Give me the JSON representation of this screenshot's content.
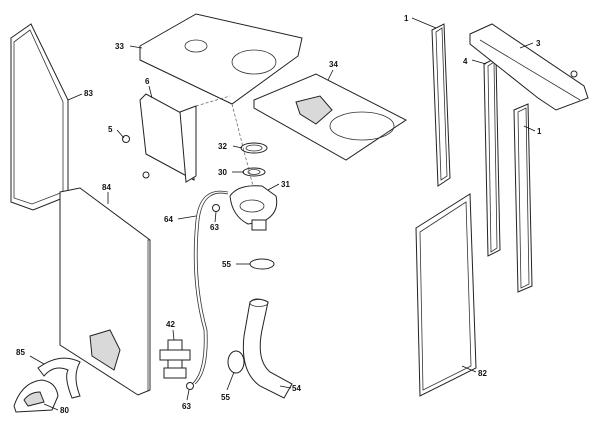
{
  "callouts": {
    "c1_top": "1",
    "c1_mid": "1",
    "c3": "3",
    "c4": "4",
    "c5": "5",
    "c6": "6",
    "c30": "30",
    "c31": "31",
    "c32": "32",
    "c33": "33",
    "c34": "34",
    "c42": "42",
    "c54": "54",
    "c55_mid": "55",
    "c55_low": "55",
    "c63_mid": "63",
    "c63_low": "63",
    "c64": "64",
    "c80": "80",
    "c82": "82",
    "c83": "83",
    "c84": "84",
    "c85": "85"
  }
}
